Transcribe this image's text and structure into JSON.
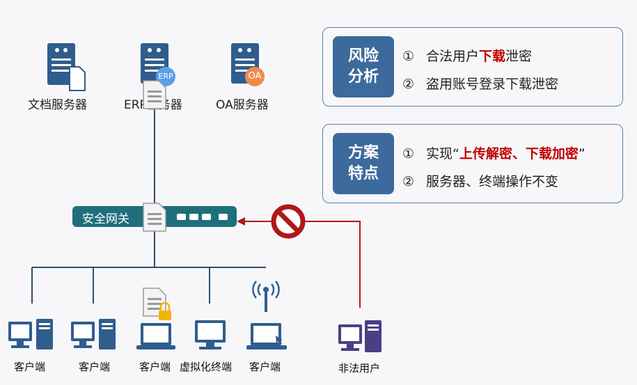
{
  "servers": {
    "doc": "文档服务器",
    "erp": "ERP服务器",
    "erp_badge": "ERP",
    "oa": "OA服务器",
    "oa_badge": "OA"
  },
  "gateway": {
    "label": "安全网关"
  },
  "clients": {
    "c1": "客户端",
    "c2": "客户端",
    "c3": "客户端",
    "c4": "虚拟化终端",
    "c5": "客户端"
  },
  "illegal_user": "非法用户",
  "risk": {
    "title_line1": "风险",
    "title_line2": "分析",
    "item1_num": "①",
    "item1_pre": "合法用户",
    "item1_red": "下载",
    "item1_post": "泄密",
    "item2_num": "②",
    "item2_text": "盗用账号登录下载泄密"
  },
  "feature": {
    "title_line1": "方案",
    "title_line2": "特点",
    "item1_num": "①",
    "item1_pre": "实现“",
    "item1_red": "上传解密、下载加密",
    "item1_post": "”",
    "item2_num": "②",
    "item2_text": "服务器、终端操作不变"
  },
  "colors": {
    "server_blue": "#2f5d8c",
    "gateway_teal": "#1f6f7b",
    "badge_blue": "#3c6a9c",
    "alert_red": "#c00000",
    "illegal_purple": "#4a3f86"
  }
}
